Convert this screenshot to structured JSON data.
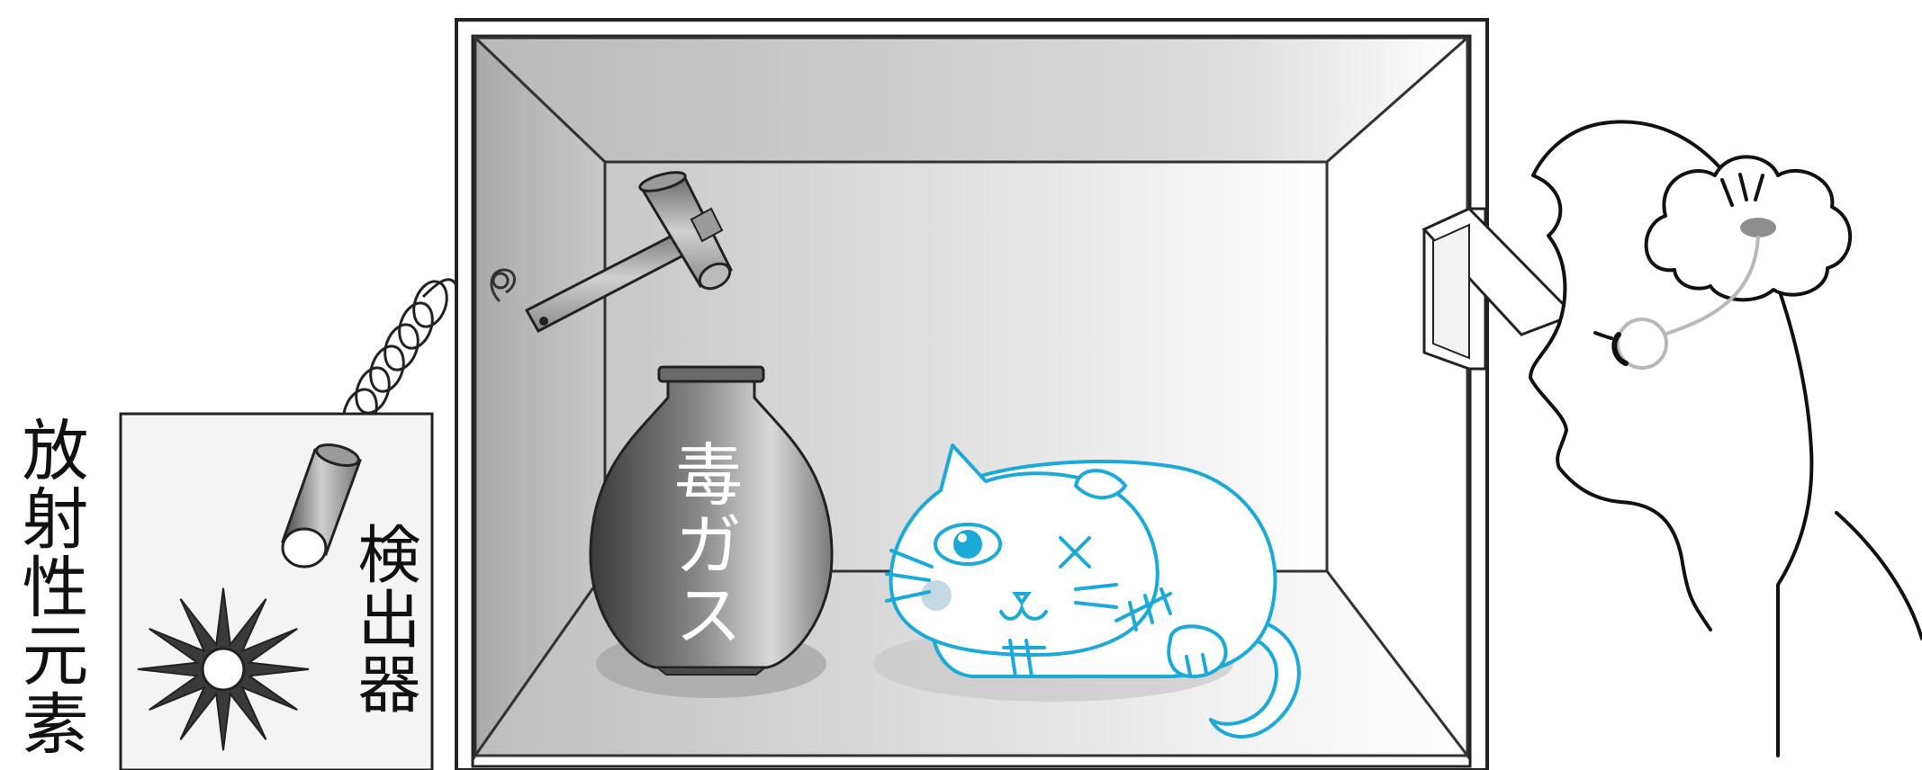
{
  "labels": {
    "radioactive_element": "放射性元素",
    "detector": "検出器",
    "poison_gas": "毒ガス"
  },
  "colors": {
    "cat_line": "#1ba9d8",
    "outline": "#222222",
    "box_gray": "#cfcfcf"
  }
}
